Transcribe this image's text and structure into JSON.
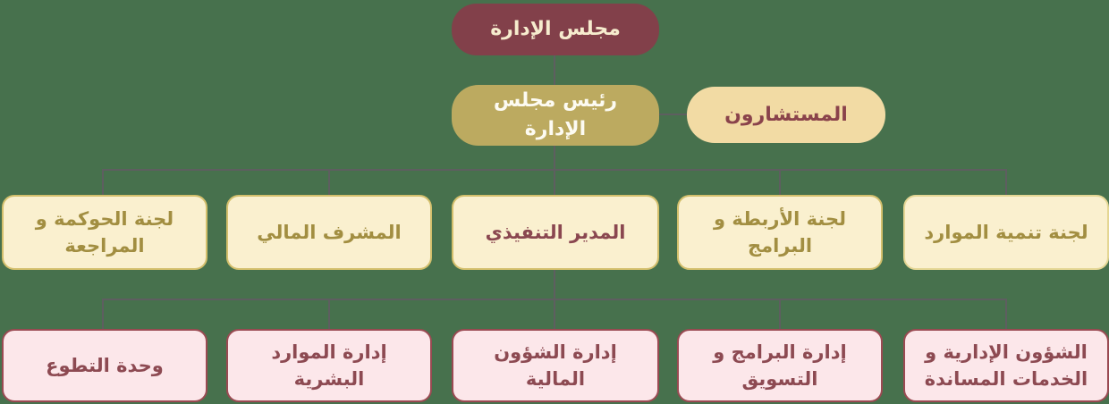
{
  "colors": {
    "canvas-bg": "#47714D",
    "line": "#5E5E60",
    "root-bg": "#82404A",
    "root-text": "#F6ECCE",
    "chairman-bg": "#BCAA60",
    "chairman-text": "#FDFBF2",
    "advisors-bg": "#F2DBA4",
    "advisors-text": "#8A434B",
    "l3-bg": "#FAF0CF",
    "l3-border": "#D3BF6C",
    "l3-soft-border": "#E4D694",
    "l3-text": "#A28E41",
    "exec-text": "#8A4750",
    "l4-bg": "#FCE7EA",
    "l4-border": "#9A4A52",
    "l4-text": "#8D4A52"
  },
  "org": {
    "root": {
      "label": "مجلس الإدارة"
    },
    "level2": {
      "chairman": {
        "label": "رئيس مجلس الإدارة"
      },
      "advisors": {
        "label": "المستشارون"
      }
    },
    "level3": [
      {
        "label": "لجنة الحوكمة و المراجعة"
      },
      {
        "label": "المشرف المالي"
      },
      {
        "label": "المدير التنفيذي"
      },
      {
        "label": "لجنة الأربطة و البرامج"
      },
      {
        "label": "لجنة تنمية الموارد"
      }
    ],
    "level4": [
      {
        "label": "وحدة التطوع"
      },
      {
        "label": "إدارة الموارد البشرية"
      },
      {
        "label": "إدارة الشؤون المالية"
      },
      {
        "label": "إدارة البرامج و التسويق"
      },
      {
        "label": "الشؤون الإدارية و الخدمات المساندة"
      }
    ]
  }
}
